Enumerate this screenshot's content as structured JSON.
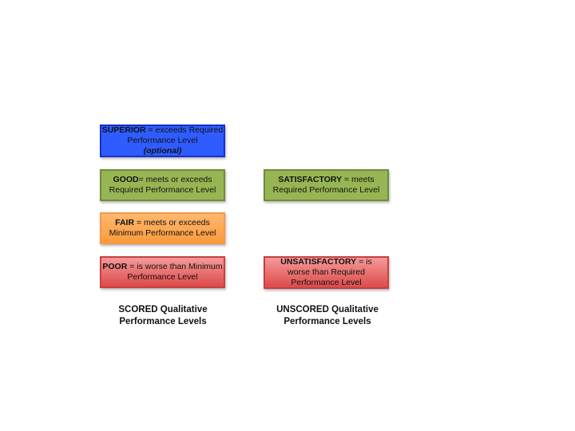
{
  "scored": {
    "superior": {
      "term": "SUPERIOR",
      "desc": " = exceeds Required Performance Level",
      "note": "(optional)"
    },
    "good": {
      "term": "GOOD",
      "desc": "= meets or exceeds Required Performance Level"
    },
    "fair": {
      "term": "FAIR",
      "desc": " = meets or exceeds Minimum Performance Level"
    },
    "poor": {
      "term": "POOR",
      "desc": " = is worse than Minimum Performance Level"
    },
    "caption": {
      "line1": "SCORED Qualitative",
      "line2": "Performance Levels"
    }
  },
  "unscored": {
    "satisfactory": {
      "term": "SATISFACTORY",
      "desc": " = meets Required Performance Level"
    },
    "unsatisfactory": {
      "term": "UNSATISFACTORY",
      "desc": " = is worse than Required Performance Level"
    },
    "caption": {
      "line1": "UNSCORED Qualitative",
      "line2": "Performance Levels"
    }
  },
  "colors": {
    "superior": "#2f5cff",
    "good": "#97b653",
    "fair": "#fb9a3c",
    "poor": "#dd4a4a"
  }
}
